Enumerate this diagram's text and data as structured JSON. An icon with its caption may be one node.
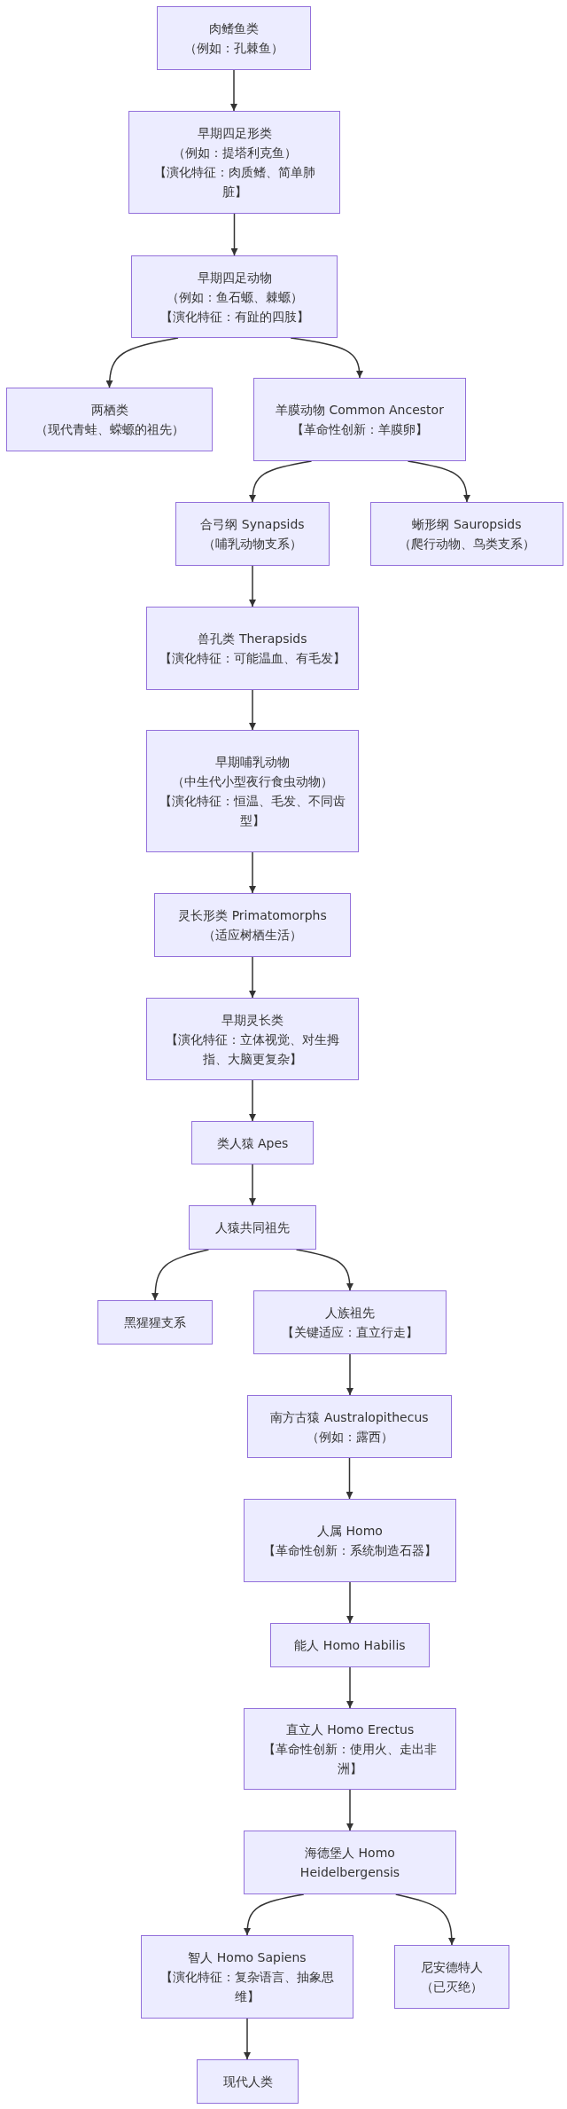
{
  "diagram": {
    "nodes": [
      {
        "text": [
          "肉鳍鱼类",
          "（例如：孔棘鱼）"
        ]
      },
      {
        "text": [
          "早期四足形类",
          "（例如：提塔利克鱼）",
          "【演化特征：肉质鳍、简单肺脏】"
        ]
      },
      {
        "text": [
          "早期四足动物",
          "（例如：鱼石螈、棘螈）",
          "【演化特征：有趾的四肢】"
        ]
      },
      {
        "text": [
          "两栖类",
          "（现代青蛙、蝾螈的祖先）"
        ]
      },
      {
        "text": [
          "羊膜动物 Common Ancestor",
          "【革命性创新：羊膜卵】"
        ]
      },
      {
        "text": [
          "合弓纲 Synapsids",
          "（哺乳动物支系）"
        ]
      },
      {
        "text": [
          "蜥形纲 Sauropsids",
          "（爬行动物、鸟类支系）"
        ]
      },
      {
        "text": [
          "兽孔类 Therapsids",
          "【演化特征：可能温血、有毛发】"
        ]
      },
      {
        "text": [
          "早期哺乳动物",
          "（中生代小型夜行食虫动物）",
          "【演化特征：恒温、毛发、不同齿型】"
        ]
      },
      {
        "text": [
          "灵长形类 Primatomorphs",
          "（适应树栖生活）"
        ]
      },
      {
        "text": [
          "早期灵长类",
          "【演化特征：立体视觉、对生拇指、大脑更复杂】"
        ]
      },
      {
        "text": [
          "类人猿 Apes"
        ]
      },
      {
        "text": [
          "人猿共同祖先"
        ]
      },
      {
        "text": [
          "黑猩猩支系"
        ]
      },
      {
        "text": [
          "人族祖先",
          "【关键适应：直立行走】"
        ]
      },
      {
        "text": [
          "南方古猿 Australopithecus",
          "（例如：露西）"
        ]
      },
      {
        "text": [
          "人属 Homo",
          "【革命性创新：系统制造石器】"
        ]
      },
      {
        "text": [
          "能人 Homo Habilis"
        ]
      },
      {
        "text": [
          "直立人 Homo Erectus",
          "【革命性创新：使用火、走出非洲】"
        ]
      },
      {
        "text": [
          "海德堡人 Homo Heidelbergensis"
        ]
      },
      {
        "text": [
          "智人 Homo Sapiens",
          "【演化特征：复杂语言、抽象思维】"
        ]
      },
      {
        "text": [
          "尼安德特人",
          "（已灭绝）"
        ]
      },
      {
        "text": [
          "现代人类"
        ]
      }
    ],
    "edges": [
      {
        "from": 0,
        "to": 1,
        "arrow": "to"
      },
      {
        "from": 1,
        "to": 2,
        "arrow": "to"
      },
      {
        "from": 2,
        "to": 3,
        "arrow": "to"
      },
      {
        "from": 2,
        "to": 4,
        "arrow": "to"
      },
      {
        "from": 4,
        "to": 5,
        "arrow": "to"
      },
      {
        "from": 4,
        "to": 6,
        "arrow": "to"
      },
      {
        "from": 5,
        "to": 7,
        "arrow": "to"
      },
      {
        "from": 7,
        "to": 8,
        "arrow": "to"
      },
      {
        "from": 8,
        "to": 9,
        "arrow": "to"
      },
      {
        "from": 9,
        "to": 10,
        "arrow": "to"
      },
      {
        "from": 10,
        "to": 11,
        "arrow": "to"
      },
      {
        "from": 11,
        "to": 12,
        "arrow": "to"
      },
      {
        "from": 12,
        "to": 13,
        "arrow": "to"
      },
      {
        "from": 12,
        "to": 14,
        "arrow": "to"
      },
      {
        "from": 14,
        "to": 15,
        "arrow": "to"
      },
      {
        "from": 15,
        "to": 16,
        "arrow": "to"
      },
      {
        "from": 16,
        "to": 17,
        "arrow": "to"
      },
      {
        "from": 17,
        "to": 18,
        "arrow": "to"
      },
      {
        "from": 18,
        "to": 19,
        "arrow": "to"
      },
      {
        "from": 19,
        "to": 20,
        "arrow": "to"
      },
      {
        "from": 19,
        "to": 21,
        "arrow": "to"
      },
      {
        "from": 20,
        "to": 22,
        "arrow": "to"
      }
    ]
  }
}
